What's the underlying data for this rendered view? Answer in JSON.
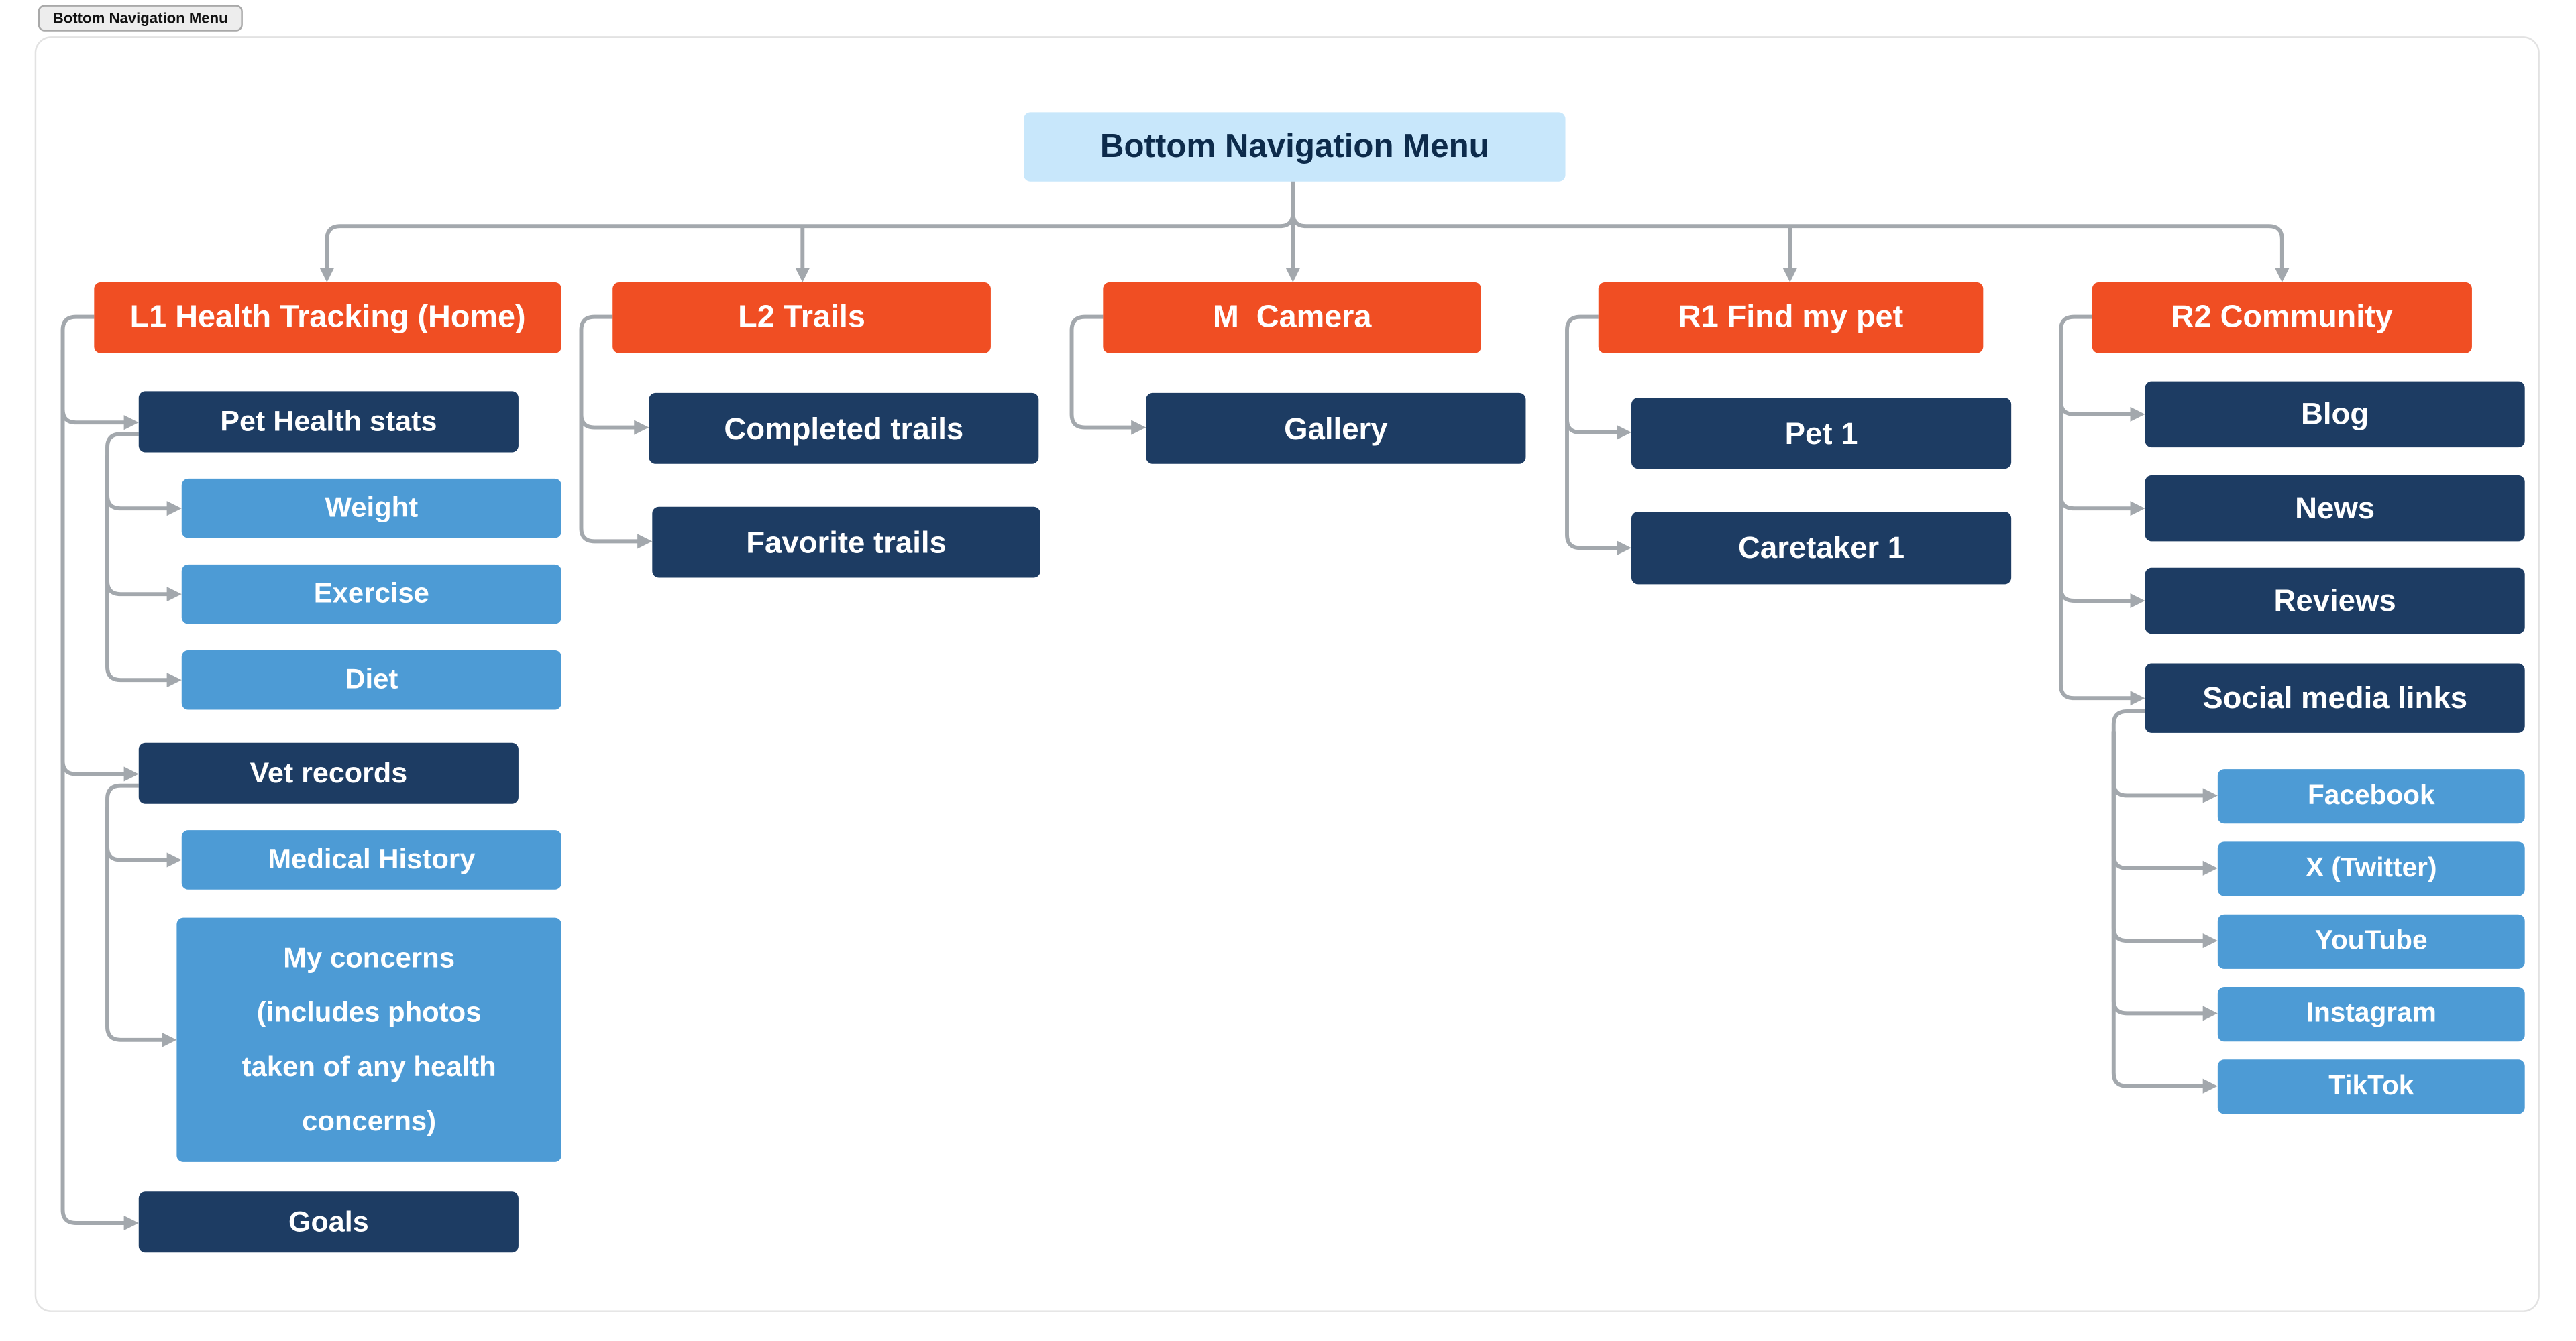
{
  "window": {
    "tab_label": "Bottom Navigation Menu"
  },
  "colors": {
    "root_bg": "#C8E7FB",
    "root_text": "#0D2B4B",
    "level1_bg": "#F04E23",
    "level2_bg": "#1D3C63",
    "level3_bg": "#4D9BD5",
    "node_text": "#FFFFFF",
    "connector": "#A3A8AD",
    "canvas_bg": "#FFFFFF",
    "canvas_border": "#E2E2E2"
  },
  "diagram": {
    "title": "Bottom Navigation Menu",
    "nodes": {
      "root": "Bottom Navigation Menu",
      "l1_health_tracking": "L1 Health Tracking (Home)",
      "pet_health_stats": "Pet Health stats",
      "weight": "Weight",
      "exercise": "Exercise",
      "diet": "Diet",
      "vet_records": "Vet records",
      "medical_history": "Medical History",
      "my_concerns": "My concerns\n(includes photos\ntaken of any health\nconcerns)",
      "goals": "Goals",
      "l2_trails": "L2 Trails",
      "completed_trails": "Completed trails",
      "favorite_trails": "Favorite trails",
      "m_camera": "M  Camera",
      "gallery": "Gallery",
      "r1_find_my_pet": "R1 Find my pet",
      "pet_1": "Pet 1",
      "caretaker_1": "Caretaker 1",
      "r2_community": "R2 Community",
      "blog": "Blog",
      "news": "News",
      "reviews": "Reviews",
      "social_media_links": "Social media links",
      "facebook": "Facebook",
      "x_twitter": "X (Twitter)",
      "youtube": "YouTube",
      "instagram": "Instagram",
      "tiktok": "TikTok"
    },
    "edges": [
      [
        "root",
        "l1_health_tracking"
      ],
      [
        "root",
        "l2_trails"
      ],
      [
        "root",
        "m_camera"
      ],
      [
        "root",
        "r1_find_my_pet"
      ],
      [
        "root",
        "r2_community"
      ],
      [
        "l1_health_tracking",
        "pet_health_stats"
      ],
      [
        "pet_health_stats",
        "weight"
      ],
      [
        "pet_health_stats",
        "exercise"
      ],
      [
        "pet_health_stats",
        "diet"
      ],
      [
        "l1_health_tracking",
        "vet_records"
      ],
      [
        "vet_records",
        "medical_history"
      ],
      [
        "vet_records",
        "my_concerns"
      ],
      [
        "l1_health_tracking",
        "goals"
      ],
      [
        "l2_trails",
        "completed_trails"
      ],
      [
        "l2_trails",
        "favorite_trails"
      ],
      [
        "m_camera",
        "gallery"
      ],
      [
        "r1_find_my_pet",
        "pet_1"
      ],
      [
        "r1_find_my_pet",
        "caretaker_1"
      ],
      [
        "r2_community",
        "blog"
      ],
      [
        "r2_community",
        "news"
      ],
      [
        "r2_community",
        "reviews"
      ],
      [
        "r2_community",
        "social_media_links"
      ],
      [
        "social_media_links",
        "facebook"
      ],
      [
        "social_media_links",
        "x_twitter"
      ],
      [
        "social_media_links",
        "youtube"
      ],
      [
        "social_media_links",
        "instagram"
      ],
      [
        "social_media_links",
        "tiktok"
      ]
    ]
  }
}
